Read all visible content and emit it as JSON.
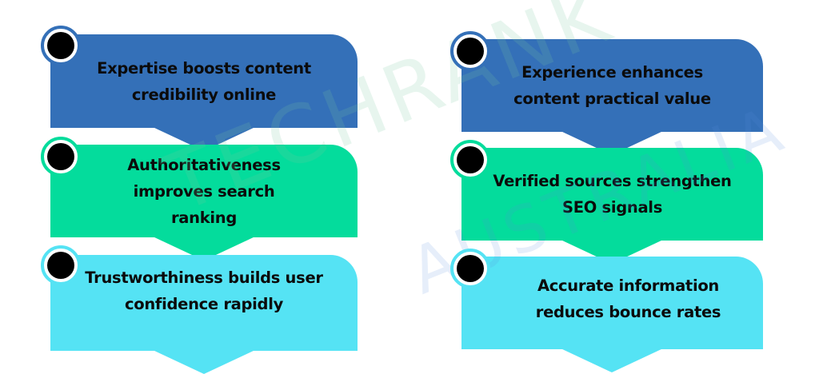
{
  "colors": {
    "blue": "#3470b8",
    "green": "#04dc9c",
    "cyan": "#55e3f4"
  },
  "left_column": [
    {
      "text": "Expertise boosts content credibility online",
      "color": "blue"
    },
    {
      "text": "Authoritativeness improves search ranking",
      "color": "green"
    },
    {
      "text": "Trustworthiness builds user confidence rapidly",
      "color": "cyan"
    }
  ],
  "right_column": [
    {
      "text": "Experience enhances content practical value",
      "color": "blue"
    },
    {
      "text": "Verified sources strengthen SEO signals",
      "color": "green"
    },
    {
      "text": "Accurate information reduces bounce rates",
      "color": "cyan"
    }
  ],
  "watermark": {
    "line1": "TECHRANK",
    "line2": "AUSTRALIA"
  }
}
